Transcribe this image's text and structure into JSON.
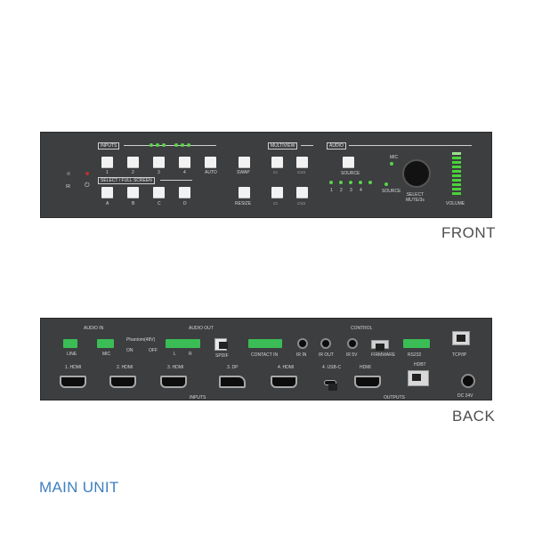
{
  "front": {
    "inputs_label": "INPUTS",
    "input_numbers": [
      "1",
      "2",
      "3",
      "4"
    ],
    "auto_label": "AUTO",
    "select_label": "SELECT / FULL SCREEN",
    "select_letters": [
      "A",
      "B",
      "C",
      "D"
    ],
    "swap_label": "SWAP",
    "resize_label": "RESIZE",
    "multiview_label": "MULTIVIEW",
    "audio_label": "AUDIO",
    "source_label": "SOURCE",
    "source_numbers": [
      "1",
      "2",
      "3",
      "4"
    ],
    "mic_label": "MIC",
    "source_side_label": "SOURCE",
    "select_mute_label": "SELECT\nMUTE/3s",
    "volume_label": "VOLUME",
    "ir_label": "IR",
    "power_label": "⏻",
    "caption": "FRONT"
  },
  "back": {
    "audio_in_label": "AUDIO IN",
    "line_label": "LINE",
    "mic_label": "MIC",
    "phantom_label": "Phantom(48V)",
    "on_label": "ON",
    "off_label": "OFF",
    "audio_out_label": "AUDIO OUT",
    "l_label": "L",
    "r_label": "R",
    "spdif_label": "SPDIF",
    "control_label": "CONTROL",
    "contact_in_label": "CONTACT IN",
    "ir_in_label": "IR IN",
    "ir_out_label": "IR OUT",
    "ir_5v_label": "IR 5V",
    "firmware_label": "FIRMWARE",
    "rs232_label": "RS232",
    "tcpip_label": "TCP/IP",
    "port_labels": [
      "1. HDMI",
      "2. HDMI",
      "3. HDMI",
      "3. DP",
      "4. HDMI",
      "4. USB-C",
      "HDMI"
    ],
    "hdbt_label": "HDBT",
    "inputs_label": "INPUTS",
    "outputs_label": "OUTPUTS",
    "dc_label": "DC 24V",
    "caption": "BACK"
  },
  "title": "MAIN UNIT",
  "colors": {
    "panel": "#3c3e40",
    "led": "#5bd24a",
    "accent": "#3f7fc0"
  }
}
